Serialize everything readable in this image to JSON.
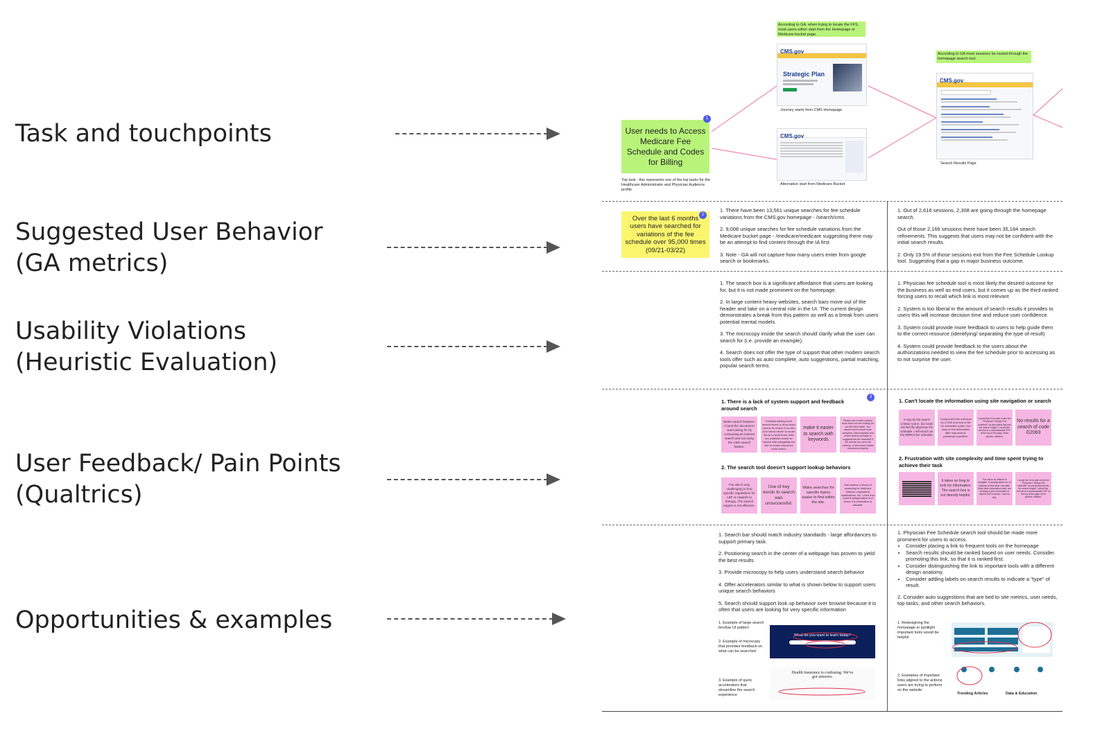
{
  "rows": [
    {
      "label": "Task and touchpoints"
    },
    {
      "label": "Suggested User Behavior\n(GA metrics)"
    },
    {
      "label": "Usability Violations\n(Heuristic Evaluation)"
    },
    {
      "label": "User Feedback/ Pain Points\n(Qualtrics)"
    },
    {
      "label": "Opportunities & examples"
    }
  ],
  "task": {
    "sticky_text": "User needs to Access Medicare Fee Schedule and Codes for Billing",
    "badge": "1",
    "top_task_note": "Top task - this represents one of the top tasks for the Healthcare Administrator and Physician Audience profile",
    "note_ga_entry": "According to GA, when trying to locate the FFS, most users either start from the Homepage or Medicare bucket page.",
    "note_ga_search": "According to GA most sessions be routed through the homepage search tool.",
    "shot_home": {
      "logo": "CMS.gov",
      "hero_title": "Strategic Plan",
      "caption": "Journey starts from CMS Homepage"
    },
    "shot_medicare": {
      "logo": "CMS.gov",
      "caption": "Alternative start from Medicare Bucket"
    },
    "shot_search": {
      "logo": "CMS.gov",
      "caption": "Search Results Page"
    }
  },
  "ga": {
    "sticky_text": "Over the last 6 months users have searched for variations of the fee schedule over 95,000 times (09/21-03/22)",
    "badge": "2",
    "col1": [
      "1. There have been 13,561 unique searches for fee schedule variations from the CMS.gov homepage - /search/cms",
      "2. 9,008 unique searches for fee schedule variations from the Medicare bucket page - /medicare/medicare suggesting there may be an attempt to find content through the IA first",
      "3. Note - GA will not capture how many users enter from google search or bookmarks."
    ],
    "col2": [
      "1. Out of 2,616 sessions, 2,308 are going through the homepage search.",
      "Out of those 2,166 sessions there have been 35,184 search refinements. This suggests that users may not be confident with the initial search results.",
      "2. Only 19.5% of those sessions exit from the Fee Schedule Lookup tool. Suggesting that a gap in major business outcome."
    ]
  },
  "heuristic": {
    "col1": [
      "1. The search box is a significant affordance that users are looking for, but it is not made prominent on the homepage.",
      "2. In large content heavy websites, search bars move out of the header and take on a central role in the UI. The current design demonstrates a break from this pattern as well as a break from users potential mental models.",
      "3. The microcopy inside the search should clarify what the user can search for (i.e. provide an example).",
      "4. Search does not offer the type of support that other modern search tools offer such as auto complete, auto suggestions, partial matching, popular search terms."
    ],
    "col2": [
      "1. Physician fee schedule tool is most likely the desired outcome for the business as well as end users, but it comes up as the third ranked forcing users to recall which link is most relevant",
      "2. System is too liberal in the amount of search results it provides to users this will increase decision time and reduce user confidence.",
      "3. System could provide more feedback to users to help guide them to the correct resource (identifying/ separating the type of result)",
      "4. System could provide feedback to the users about the authorizations needed to view the fee schedule prior to accessing as to not surprise the user."
    ]
  },
  "feedback": {
    "badge": "3",
    "left_heading_1": "1. There is a lack of system support and feedback around search",
    "left_notes_1": [
      "Better search features. I found the document I was looking for by composing an internet search and not using the CMS search feature.",
      "Possibly adding more search terms or drop-down menus for those of us who don't know where to locate items or what those links are available would be helpful with navigating the site to locate resources most useful.",
      "make it easier to search with keywords",
      "Please use modern search tools when we are looking for an MS-DRG table. The search tool is much more complete. Autocomplete and return search prompts or suggestions are essential if the results are not to be useless, or find some similar resources properly."
    ],
    "left_heading_2": "2. The search tool doesn't support lookup behaviors",
    "left_notes_2": [
      "The site is very challenging to find specific regulations for LBF or regards to therapy. The search engine is not effective.",
      "Use of key words to search was unsuccessful.",
      "Make searches for specific topics easier to find within the site.",
      "Add shadow a library of searching for Medicare citations, regulations, clarifications, etc. I think that current categorization isn't found. the information is valuable."
    ],
    "right_heading_1": "1. Can't locate the information using site navigation or search",
    "right_notes_1": [
      "It may be the search criteria I put in, but could not find the physician fee schedule. I will search on the RBRVS fee schedule.",
      "Trying to find fee schedule for LCSW and how to file for telehealth codes. Not easy to find information after long search; pointlessly repetitive.",
      "I would like to be able to find the \"Physician Therapy Fee schedule\" by just typing that into the search engine. I would like the link to a downloadable PDF at the top of the page. More specific, efficient.",
      "No results for a search of code G2063"
    ],
    "right_heading_2": "2. Frustration with site complexity and time spent trying to achieve their task",
    "right_notes_2": [
      "",
      "It takes so long to look for information. The search box is not directly helpful.",
      "The site is so difficult to navigate. It usually takes me 10 minutes to find what I am after. Most often information that I am seeking is just not located or hard to find in areas. I hard to find.",
      "I would like to be able to find the \"Physician Therapy Fee schedule\" by just typing that into the search engine. I would like the link to a downloadable PDF at the top of the page. More specific, efficient."
    ]
  },
  "opportunities": {
    "col1": [
      "1. Search bar should match industry standards - large affordances to support primary task.",
      "2. Positioning search in the center of a webpage has proven to yield the best results",
      "3. Provide microcopy to help users understand search behavior",
      "4. Offer accelerators similar to what is shown below to support users unique search behaviors",
      "5. Search should support look up behavior over browse because it is often that users are looking for very specific information"
    ],
    "col1_examples": [
      "1. Example of large search box/bar UI pattern",
      "2. Example of microcopy that provides feedback on what can be searched",
      "3. Example of quick accelerators that streamline the search experience"
    ],
    "col1_hero": "What do you want to learn today?",
    "col1_hero_2": "Health insurance is confusing. We've got answers.",
    "col2_intro": "1. Physician Fee Schedule search tool should be made more prominent for users to access.",
    "col2_bullets": [
      "Consider placing a link to frequent tools on the homepage",
      "Search results should be ranked based on user needs. Consider promoting this link, so that it is ranked first.",
      "Consider distinguishing the link to important tools with a different design anatomy.",
      "Consider adding labels on search results to indicate a \"type\" of result."
    ],
    "col2_item2": "2. Consider auto suggestions that are tied to site metrics, user needs, top tasks, and other search behaviors.",
    "col2_examples": [
      "1. Redesigning the homepage to spotlight important tools would be helpful.",
      "2. Examples of important links aligned to the actions users are trying to perform on the website"
    ],
    "col2_foot_left": "Trending Articles",
    "col2_foot_right": "Data & Education"
  }
}
